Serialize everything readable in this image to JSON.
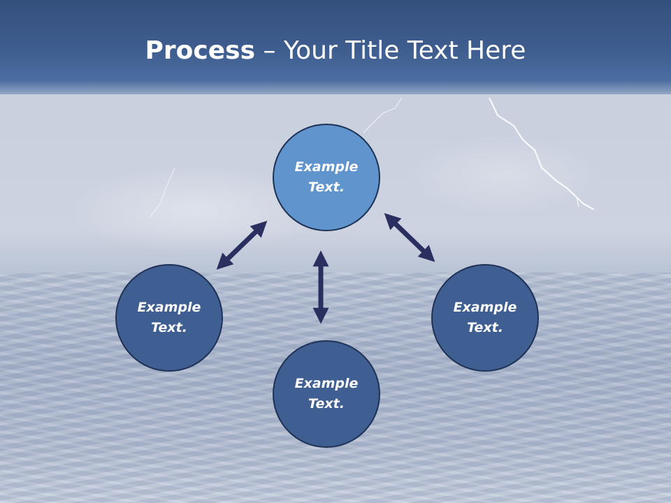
{
  "slide": {
    "title_bold": "Process",
    "title_rest": " – Your Title Text Here"
  },
  "colors": {
    "title_band": "#3e5d8f",
    "node_highlight": "#5f94cc",
    "node_default": "#3f5f92",
    "node_border": "#1f3256",
    "arrow": "#2b2f5f"
  },
  "nodes": [
    {
      "id": "top",
      "text": "Example\nText.",
      "highlighted": true
    },
    {
      "id": "left",
      "text": "Example\nText.",
      "highlighted": false
    },
    {
      "id": "right",
      "text": "Example\nText.",
      "highlighted": false
    },
    {
      "id": "bottom",
      "text": "Example\nText.",
      "highlighted": false
    }
  ],
  "connections": [
    {
      "from": "top",
      "to": "left",
      "style": "double-arrow"
    },
    {
      "from": "top",
      "to": "right",
      "style": "double-arrow"
    },
    {
      "from": "top",
      "to": "bottom",
      "style": "double-arrow"
    }
  ]
}
